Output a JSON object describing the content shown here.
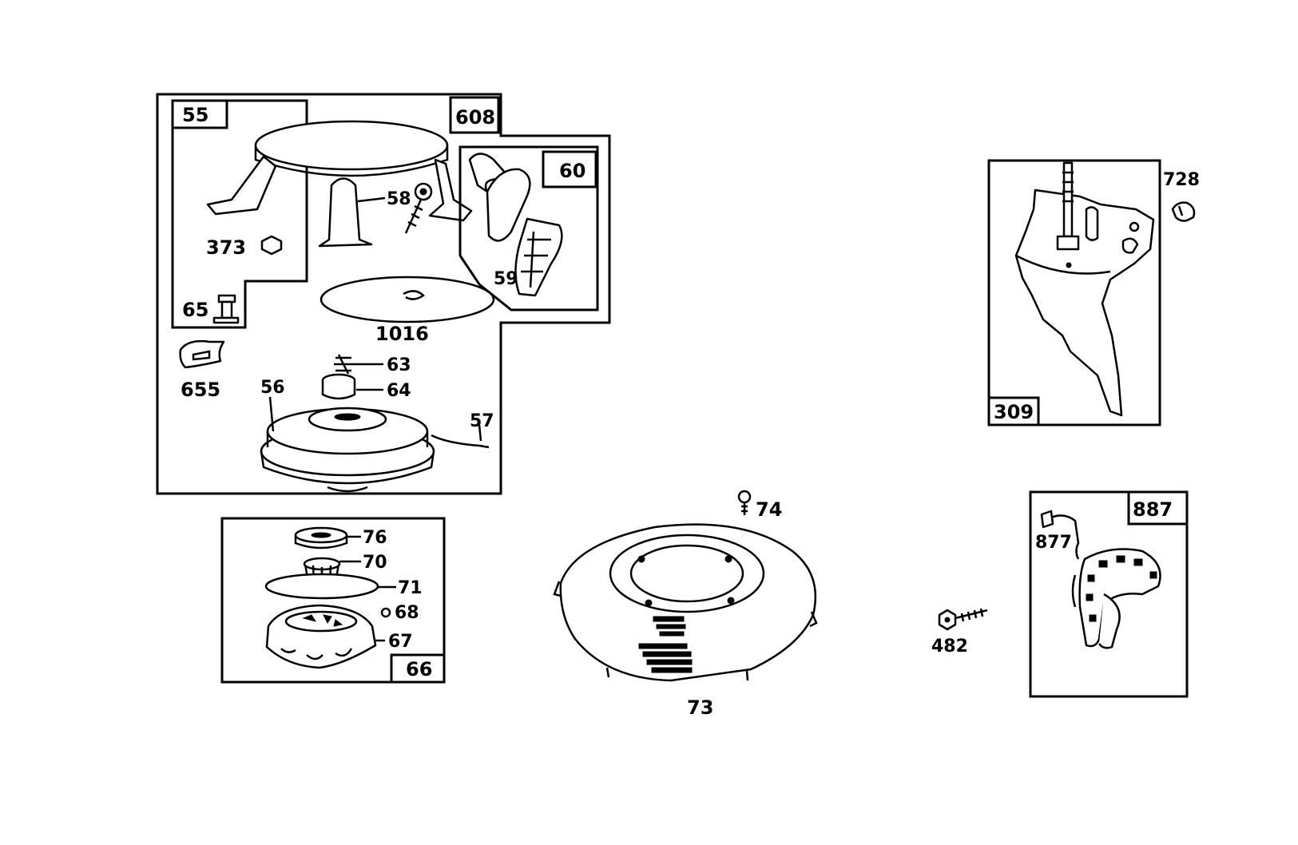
{
  "labels": {
    "n55": "55",
    "n608": "608",
    "n60": "60",
    "n58": "58",
    "n373": "373",
    "n59": "59",
    "n65": "65",
    "n1016": "1016",
    "n63": "63",
    "n655": "655",
    "n56": "56",
    "n64": "64",
    "n57": "57",
    "n74": "74",
    "n76": "76",
    "n70": "70",
    "n71": "71",
    "n68": "68",
    "n67": "67",
    "n66": "66",
    "n73": "73",
    "n728": "728",
    "n309": "309",
    "n887": "887",
    "n877": "877",
    "n482": "482"
  }
}
